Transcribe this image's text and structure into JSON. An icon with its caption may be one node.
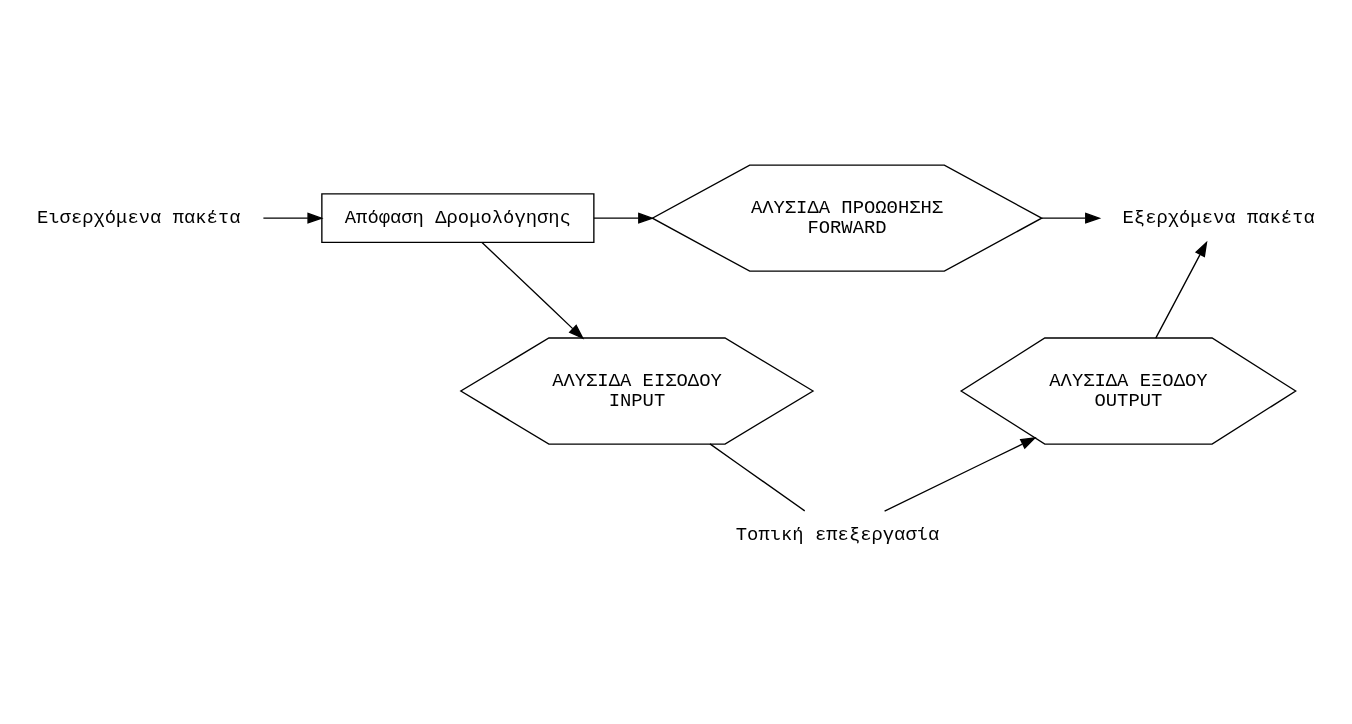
{
  "diagram": {
    "nodes": [
      {
        "text": [
          "Εισερχόμενα πακέτα"
        ]
      },
      {
        "text": [
          "Απόφαση Δρομολόγησης"
        ]
      },
      {
        "text": [
          "ΑΛΥΣΙΔΑ ΠΡΟΩΘΗΣΗΣ",
          "FORWARD"
        ]
      },
      {
        "text": [
          "Εξερχόμενα πακέτα"
        ]
      },
      {
        "text": [
          "ΑΛΥΣΙΔΑ ΕΙΣΟΔΟΥ",
          "INPUT"
        ]
      },
      {
        "text": [
          "ΑΛΥΣΙΔΑ ΕΞΟΔΟΥ",
          "OUTPUT"
        ]
      },
      {
        "text": [
          "Τοπική επεξεργασία"
        ]
      }
    ],
    "edges": [
      {
        "from": 0,
        "to": 1,
        "arrow": "to"
      },
      {
        "from": 1,
        "to": 2,
        "arrow": "to"
      },
      {
        "from": 2,
        "to": 3,
        "arrow": "to"
      },
      {
        "from": 1,
        "to": 4,
        "arrow": "to"
      },
      {
        "from": 4,
        "to": 6,
        "arrow": "none"
      },
      {
        "from": 6,
        "to": 5,
        "arrow": "to"
      },
      {
        "from": 5,
        "to": 3,
        "arrow": "to"
      }
    ]
  }
}
